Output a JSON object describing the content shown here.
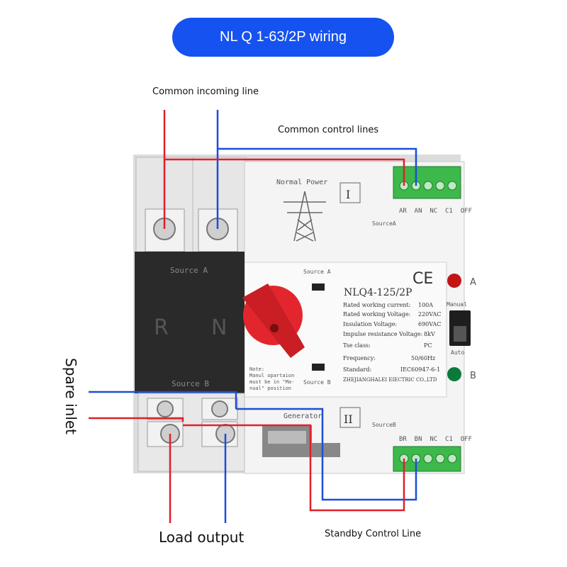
{
  "title": "NL Q 1-63/2P wiring",
  "labels": {
    "common_incoming": "Common incoming line",
    "common_control": "Common control lines",
    "spare_inlet": "Spare inlet",
    "load_output": "Load output",
    "standby_control": "Standby Control Line"
  },
  "device": {
    "normal_power": "Normal Power",
    "roman_1": "I",
    "roman_2": "II",
    "generator": "Generator",
    "source_a_top": "Source A",
    "source_b_top": "Source B",
    "source_a_dark": "Source A",
    "source_b_dark": "Source B",
    "phase_r": "R",
    "phase_n": "N",
    "terminals_a": "AR  AN  NC  C1  OFF",
    "terminals_b": "BR  BN  NC  C1  OFF",
    "source_a_label": "SourceA",
    "source_b_label": "SourceB",
    "model": "NLQ4-125/2P",
    "ce": "CE",
    "indicator_a": "A",
    "indicator_b": "B",
    "manual": "Manual",
    "auto": "Auto",
    "note": [
      "Note:",
      "Manul opartaion",
      "must be in \"Ma-",
      "nual\" position"
    ],
    "spec_lines": [
      {
        "k": "Rated working current:",
        "v": "100A"
      },
      {
        "k": "Rated working Voltage:",
        "v": "220VAC"
      },
      {
        "k": "Insulation Voltage:",
        "v": "690VAC"
      },
      {
        "k": "Impulse resistance Voltage:",
        "v": "8kV"
      },
      {
        "k": "Tse class:",
        "v": "PC"
      },
      {
        "k": "Frequency:",
        "v": "50/60Hz"
      },
      {
        "k": "Standard:",
        "v": "IEC60947-6-1"
      }
    ],
    "manufacturer": "ZHEJIANGHALEI EIECTRIC CO.,LTD"
  },
  "colors": {
    "live_wire": "#e0202a",
    "neutral_wire": "#1a4fd8",
    "title_bg": "#1552f0",
    "terminal_green": "#3cb94a",
    "handle_red": "#e3262e",
    "lamp_red": "#c41414",
    "lamp_green": "#0a7a3a"
  }
}
